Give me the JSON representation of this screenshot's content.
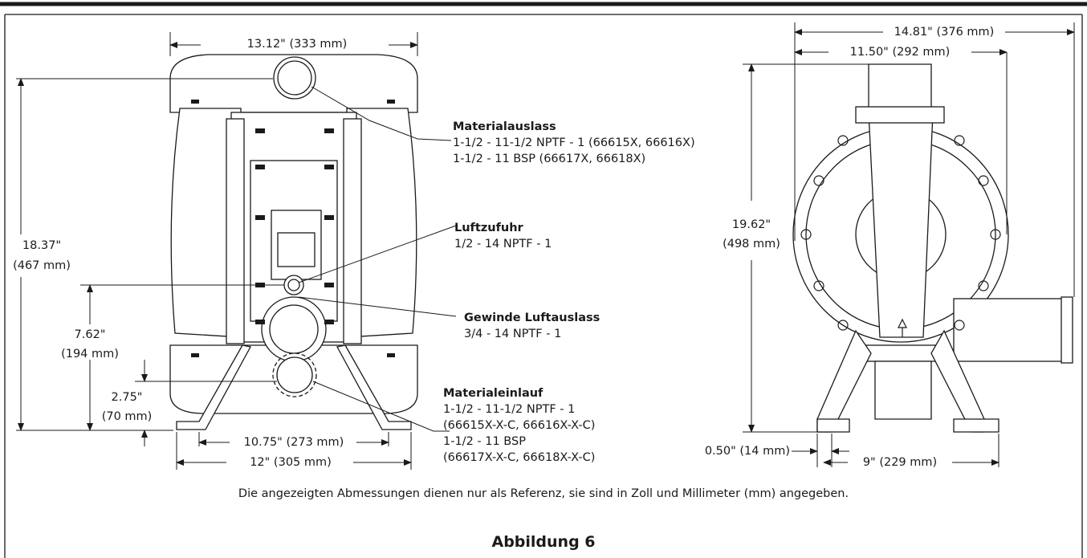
{
  "dimensions": {
    "front_width": "13.12\" (333 mm)",
    "height_total_in": "18.37\"",
    "height_total_mm": "(467 mm)",
    "air_inlet_height_in": "7.62\"",
    "air_inlet_height_mm": "(194 mm)",
    "inlet_height_in": "2.75\"",
    "inlet_height_mm": "(70 mm)",
    "base_mount_width": "10.75\" (273 mm)",
    "base_width": "12\" (305 mm)",
    "side_width_total": "14.81\" (376 mm)",
    "side_width_body": "11.50\" (292 mm)",
    "side_height_in": "19.62\"",
    "side_height_mm": "(498 mm)",
    "foot_thickness": "0.50\" (14 mm)",
    "foot_spacing": "9\" (229 mm)"
  },
  "callouts": {
    "outlet": {
      "title": "Materialauslass",
      "lines": [
        "1-1/2 - 11-1/2 NPTF - 1 (66615X, 66616X)",
        "1-1/2 - 11 BSP (66617X, 66618X)"
      ]
    },
    "air_inlet": {
      "title": "Luftzufuhr",
      "lines": [
        "1/2 - 14 NPTF - 1"
      ]
    },
    "air_exhaust": {
      "title": "Gewinde Luftauslass",
      "lines": [
        "3/4 - 14 NPTF - 1"
      ]
    },
    "inlet": {
      "title": "Materialeinlauf",
      "lines": [
        "1-1/2 - 11-1/2 NPTF - 1",
        "(66615X-X-C, 66616X-X-C)",
        "1-1/2 - 11 BSP",
        "(66617X-X-C, 66618X-X-C)"
      ]
    }
  },
  "note": "Die angezeigten Abmessungen dienen nur als Referenz, sie sind in Zoll und Millimeter (mm) angegeben.",
  "caption": "Abbildung 6"
}
